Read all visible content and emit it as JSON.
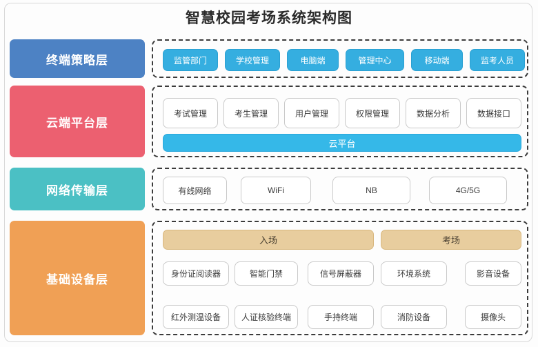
{
  "title": "智慧校园考场系统架构图",
  "colors": {
    "terminal_layer": "#4d82c4",
    "cloud_layer": "#ec6070",
    "network_layer": "#4bc0c4",
    "infrastructure_layer": "#f0a055",
    "pill_blue": "#35aee0",
    "cloud_bar": "#35b8e8",
    "beige": "#e8cd9e",
    "dashed_border": "#3b3b3b"
  },
  "layers": [
    {
      "id": "terminal-strategy",
      "label": "终端策略层",
      "color": "#4d82c4",
      "items": [
        "监管部门",
        "学校管理",
        "电脑端",
        "管理中心",
        "移动端",
        "监考人员"
      ]
    },
    {
      "id": "cloud-platform",
      "label": "云端平台层",
      "color": "#ec6070",
      "items": [
        "考试管理",
        "考生管理",
        "用户管理",
        "权限管理",
        "数据分析",
        "数据接口"
      ],
      "platform_bar": "云平台"
    },
    {
      "id": "network-transmission",
      "label": "网络传输层",
      "color": "#4bc0c4",
      "items": [
        "有线网络",
        "WiFi",
        "NB",
        "4G/5G"
      ]
    },
    {
      "id": "infrastructure",
      "label": "基础设备层",
      "color": "#f0a055",
      "groups": [
        {
          "name": "入场",
          "span": 3
        },
        {
          "name": "考场",
          "span": 2
        }
      ],
      "devices_row1": [
        "身份证阅读器",
        "智能门禁",
        "信号屏蔽器",
        "环境系统",
        "影音设备"
      ],
      "devices_row2": [
        "红外测温设备",
        "人证核验终端",
        "手持终端",
        "消防设备",
        "摄像头"
      ]
    }
  ]
}
